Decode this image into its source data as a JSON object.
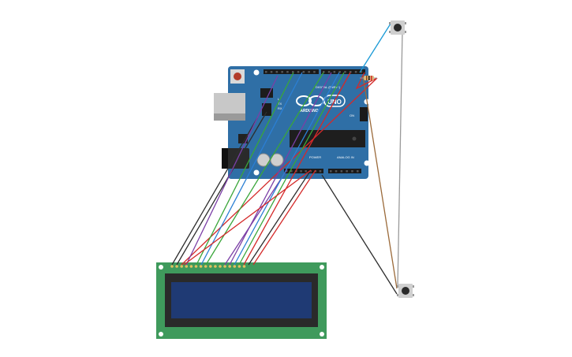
{
  "arduino": {
    "brand": "ARDUINO",
    "model": "UNO",
    "digital_header": "DIGITAL (PWM~)",
    "power_header": "POWER",
    "analog_header": "ANALOG IN",
    "tx_label": "TX",
    "rx_label": "RX",
    "aref_label": "AREF",
    "gnd_label": "GND",
    "on_label": "ON",
    "l_label": "L"
  },
  "components": {
    "lcd": "lcd-16x2",
    "buttons": [
      "pushbutton-top",
      "pushbutton-bottom"
    ],
    "resistor": "resistor"
  },
  "wire_colors": {
    "black": "#2d2d2d",
    "red": "#d42a2a",
    "green": "#3aa63a",
    "blue": "#2b7fd4",
    "purple": "#7b3fa6",
    "cyan": "#1a9ad6",
    "gray": "#9a9a9a",
    "brown": "#9b6a3a"
  },
  "board_colors": {
    "arduino_blue": "#2f6fa6",
    "lcd_green": "#3f9a5c",
    "lcd_screen": "#1f3a74"
  }
}
